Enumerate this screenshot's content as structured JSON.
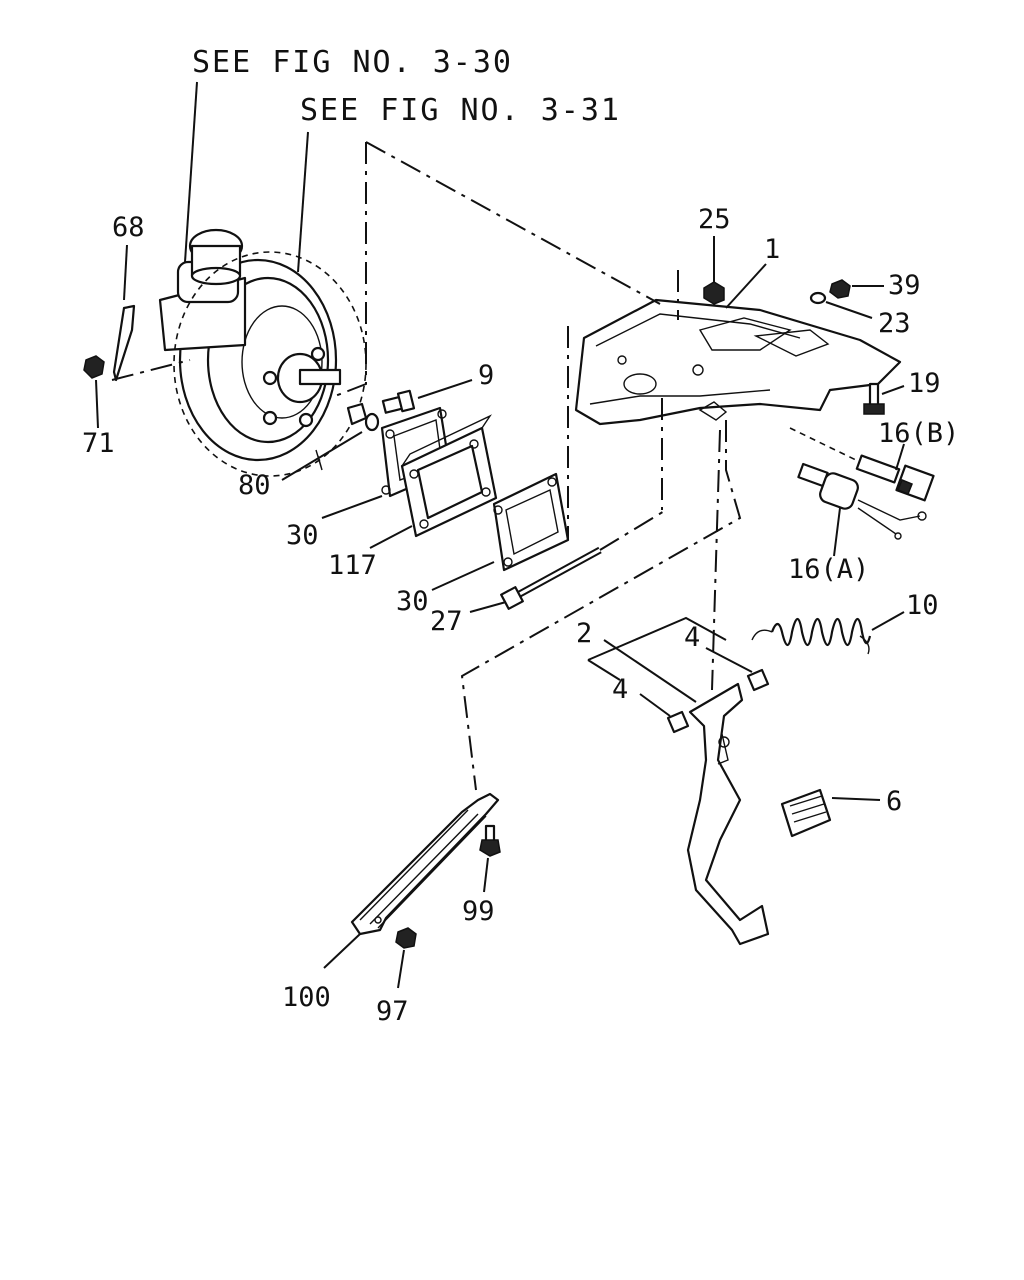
{
  "references": {
    "fig_a": "SEE FIG NO. 3-30",
    "fig_b": "SEE FIG NO. 3-31"
  },
  "callouts": {
    "p68": "68",
    "p71": "71",
    "p80": "80",
    "p9": "9",
    "p30a": "30",
    "p117": "117",
    "p30b": "30",
    "p27": "27",
    "p25": "25",
    "p1": "1",
    "p39": "39",
    "p23": "23",
    "p19": "19",
    "p16b": "16(B)",
    "p16a": "16(A)",
    "p10": "10",
    "p2": "2",
    "p4a": "4",
    "p4b": "4",
    "p6": "6",
    "p99": "99",
    "p100": "100",
    "p97": "97"
  }
}
